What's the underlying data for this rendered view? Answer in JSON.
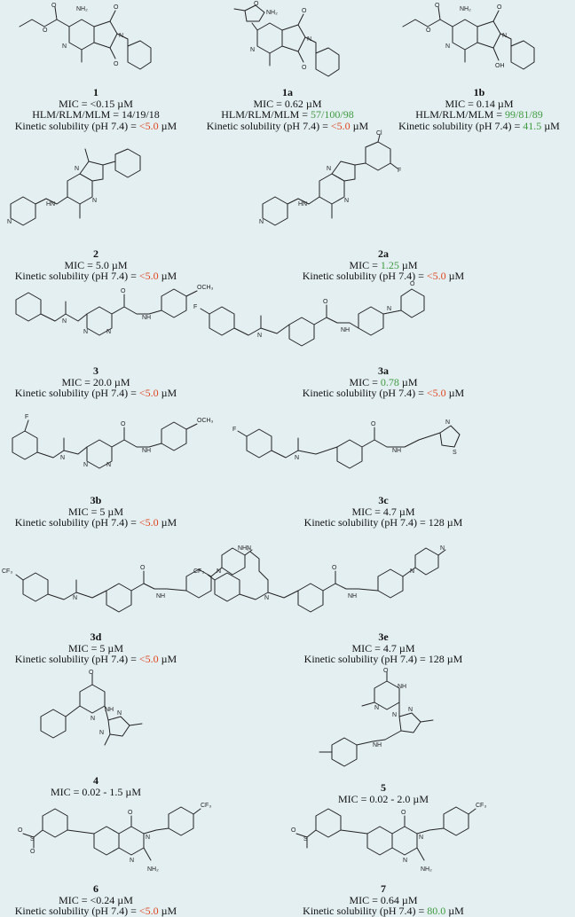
{
  "compounds": [
    {
      "id": "1",
      "lines": [
        [
          "MIC = <0.15 µM"
        ],
        [
          "HLM/RLM/MLM = 14/19/18"
        ],
        [
          "Kinetic solubility (pH 7.4) = ",
          "<5.0",
          " µM"
        ]
      ],
      "hl": [
        "",
        "",
        "red"
      ]
    },
    {
      "id": "1a",
      "lines": [
        [
          "MIC = 0.62 µM"
        ],
        [
          "HLM/RLM/MLM = ",
          "57/100/98",
          ""
        ],
        [
          "Kinetic solubility (pH 7.4) = ",
          "<5.0",
          " µM"
        ]
      ],
      "hl": [
        "",
        "green",
        "red"
      ]
    },
    {
      "id": "1b",
      "lines": [
        [
          "MIC = 0.14 µM"
        ],
        [
          "HLM/RLM/MLM = ",
          "99/81/89",
          ""
        ],
        [
          "Kinetic solubility (pH 7.4) = ",
          "41.5",
          " µM"
        ]
      ],
      "hl": [
        "",
        "green",
        "green"
      ]
    },
    {
      "id": "2",
      "lines": [
        [
          "MIC = 5.0 µM"
        ],
        [
          "Kinetic solubility (pH 7.4) = ",
          "<5.0",
          " µM"
        ]
      ],
      "hl": [
        "",
        "red"
      ]
    },
    {
      "id": "2a",
      "lines": [
        [
          "MIC = ",
          "1.25",
          " µM"
        ],
        [
          "Kinetic solubility (pH 7.4) = ",
          "<5.0",
          " µM"
        ]
      ],
      "hl": [
        "green",
        "red"
      ]
    },
    {
      "id": "3",
      "lines": [
        [
          "MIC = 20.0 µM"
        ],
        [
          "Kinetic solubility (pH 7.4) = ",
          "<5.0",
          " µM"
        ]
      ],
      "hl": [
        "",
        "red"
      ]
    },
    {
      "id": "3a",
      "lines": [
        [
          "MIC = ",
          "0.78",
          " µM"
        ],
        [
          "Kinetic solubility (pH 7.4) = ",
          "<5.0",
          " µM"
        ]
      ],
      "hl": [
        "green",
        "red"
      ]
    },
    {
      "id": "3b",
      "lines": [
        [
          "MIC = 5 µM"
        ],
        [
          "Kinetic solubility (pH 7.4) = ",
          "<5.0",
          " µM"
        ]
      ],
      "hl": [
        "",
        "red"
      ]
    },
    {
      "id": "3c",
      "lines": [
        [
          "MIC = 4.7 µM"
        ],
        [
          "Kinetic solubility (pH 7.4) = 128 µM"
        ]
      ],
      "hl": [
        "",
        ""
      ]
    },
    {
      "id": "3d",
      "lines": [
        [
          "MIC = 5 µM"
        ],
        [
          "Kinetic solubility (pH 7.4) = ",
          "<5.0",
          " µM"
        ]
      ],
      "hl": [
        "",
        "red"
      ]
    },
    {
      "id": "3e",
      "lines": [
        [
          "MIC = 4.7 µM"
        ],
        [
          "Kinetic solubility (pH 7.4) = 128 µM"
        ]
      ],
      "hl": [
        "",
        ""
      ]
    },
    {
      "id": "4",
      "lines": [
        [
          "MIC = 0.02 - 1.5 µM"
        ]
      ],
      "hl": [
        ""
      ]
    },
    {
      "id": "5",
      "lines": [
        [
          "MIC = 0.02 - 2.0 µM"
        ]
      ],
      "hl": [
        ""
      ]
    },
    {
      "id": "6",
      "lines": [
        [
          "MIC = <0.24 µM"
        ],
        [
          "Kinetic solubility (pH 7.4) = ",
          "<5.0",
          " µM"
        ]
      ],
      "hl": [
        "",
        "red"
      ]
    },
    {
      "id": "7",
      "lines": [
        [
          "MIC = 0.64 µM"
        ],
        [
          "Kinetic solubility (pH 7.4) = ",
          "80.0",
          " µM"
        ]
      ],
      "hl": [
        "",
        "green"
      ]
    }
  ],
  "atom_labels": {
    "nh2": "NH₂",
    "o": "O",
    "n": "N",
    "hn": "HN",
    "nh": "NH",
    "h": "H",
    "oh": "OH",
    "cl": "Cl",
    "f": "F",
    "och3": "OCH₃",
    "cf3": "CF₃",
    "s": "S"
  },
  "colors": {
    "background": "#e4eff2",
    "highlight_bad": "#e0441c",
    "highlight_good": "#3e9a3e"
  }
}
